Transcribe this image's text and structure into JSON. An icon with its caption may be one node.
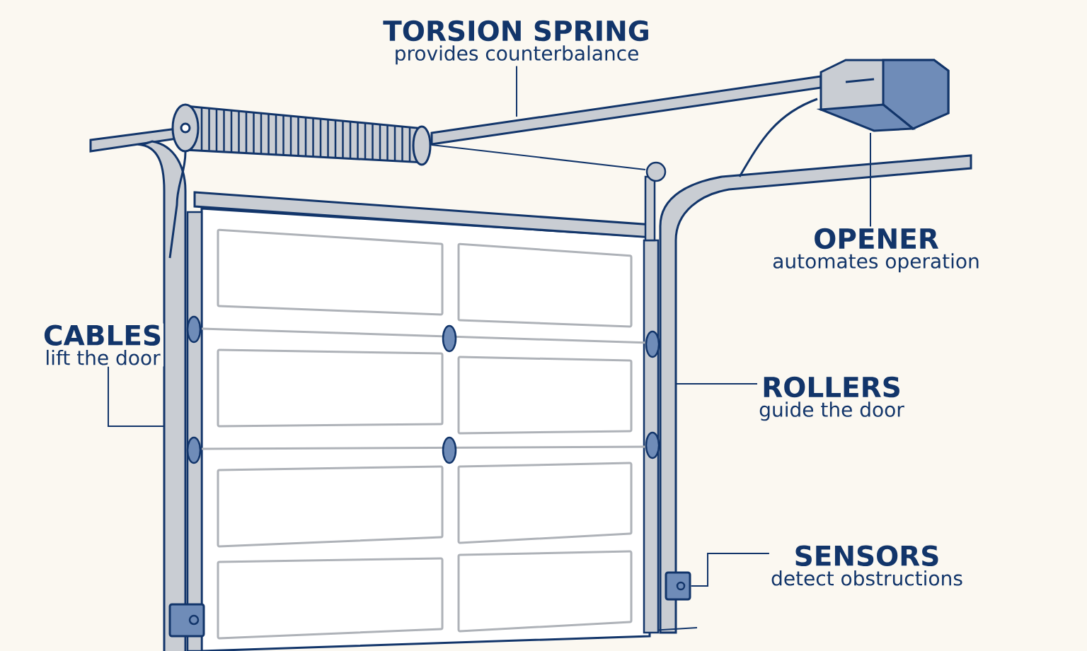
{
  "diagram": {
    "nodes": [
      {
        "text": [
          "TORSION SPRING",
          "provides counterbalance"
        ]
      },
      {
        "text": [
          "OPENER",
          "automates operation"
        ]
      },
      {
        "text": [
          "CABLES",
          "lift the door"
        ]
      },
      {
        "text": [
          "ROLLERS",
          "guide the door"
        ]
      },
      {
        "text": [
          "SENSORS",
          "detect obstructions"
        ]
      },
      {
        "text": [],
        "shape": "box"
      }
    ],
    "edges": [
      {
        "from": 0,
        "to": null,
        "arrow": "none"
      },
      {
        "from": 1,
        "to": null,
        "arrow": "none"
      },
      {
        "from": 2,
        "to": null,
        "arrow": "none"
      },
      {
        "from": 3,
        "to": null,
        "arrow": "none"
      },
      {
        "from": 4,
        "to": 5,
        "arrow": "none"
      }
    ]
  }
}
